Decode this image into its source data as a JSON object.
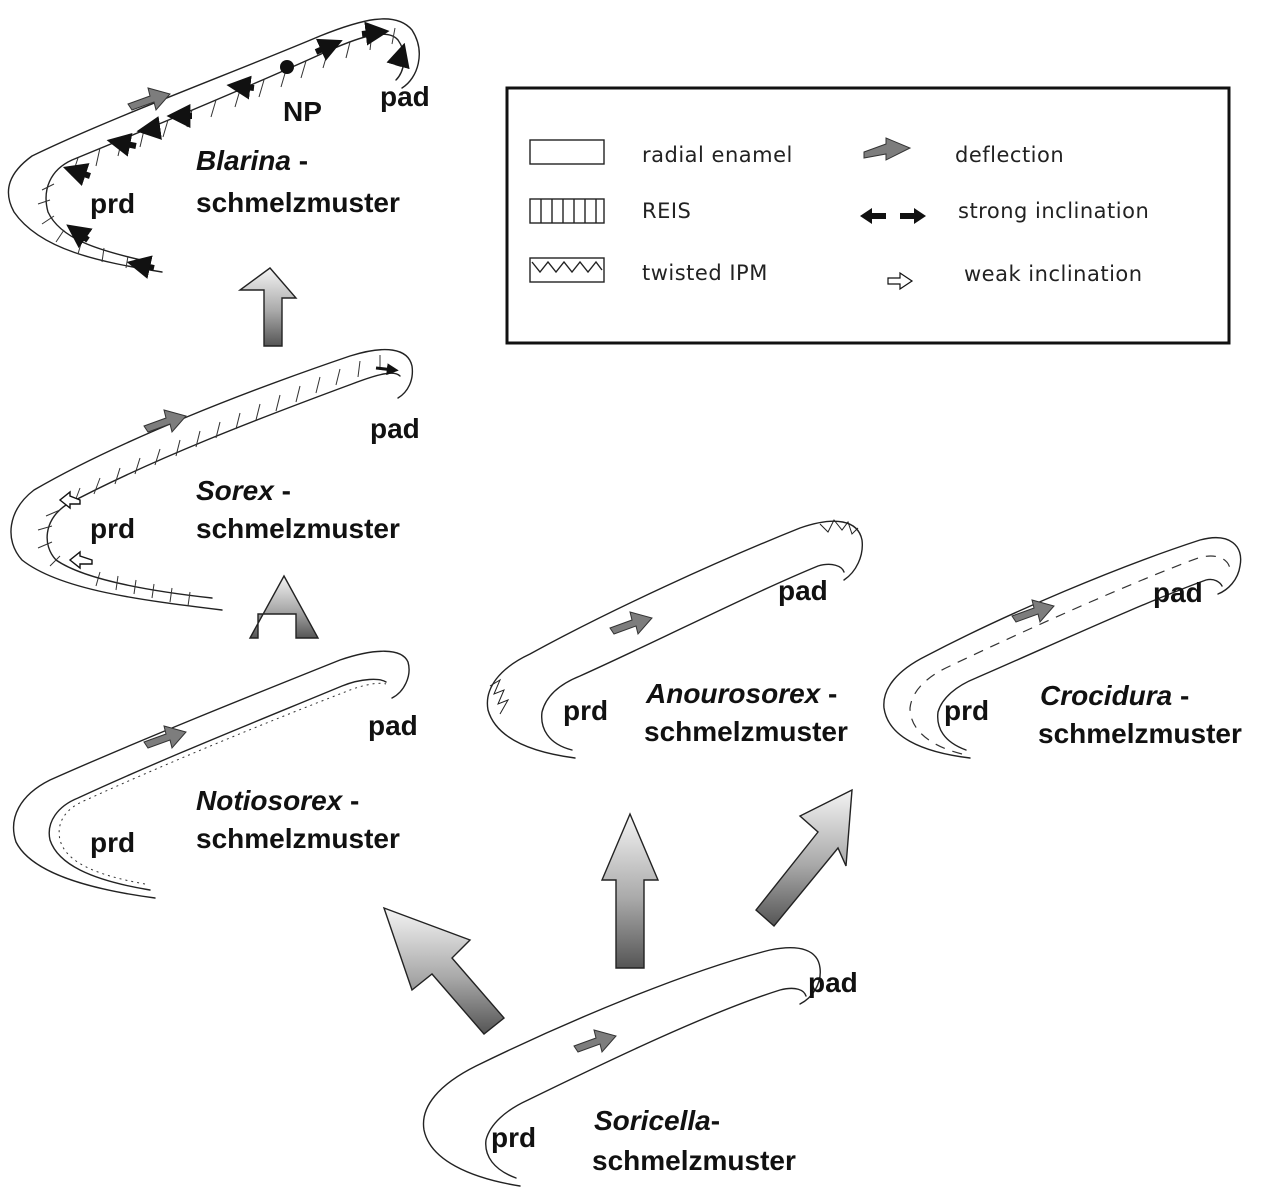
{
  "diagram": {
    "schmelzmuster": [
      {
        "id": "blarina",
        "genus": "Blarina",
        "suffix": " -",
        "word": "schmelzmuster",
        "prd": "prd",
        "pad": "pad",
        "np": "NP"
      },
      {
        "id": "sorex",
        "genus": "Sorex",
        "suffix": " -",
        "word": "schmelzmuster",
        "prd": "prd",
        "pad": "pad"
      },
      {
        "id": "notiosorex",
        "genus": "Notiosorex",
        "suffix": " -",
        "word": "schmelzmuster",
        "prd": "prd",
        "pad": "pad"
      },
      {
        "id": "anourosorex",
        "genus": "Anourosorex",
        "suffix": " -",
        "word": "schmelzmuster",
        "prd": "prd",
        "pad": "pad"
      },
      {
        "id": "crocidura",
        "genus": "Crocidura",
        "suffix": " -",
        "word": "schmelzmuster",
        "prd": "prd",
        "pad": "pad"
      },
      {
        "id": "soricella",
        "genus": "Soricella",
        "suffix": "-",
        "word": "schmelzmuster",
        "prd": "prd",
        "pad": "pad"
      }
    ],
    "legend": {
      "radial": "radial enamel",
      "reis": "REIS",
      "ipm": "twisted IPM",
      "deflection": "deflection",
      "strong": "strong inclination",
      "weak": "weak inclination"
    }
  },
  "colors": {
    "ink": "#111111",
    "arrow_gray": "#7d7d7d",
    "fill_light": "#f2f2f2",
    "fill_dark": "#5a5a5a"
  }
}
